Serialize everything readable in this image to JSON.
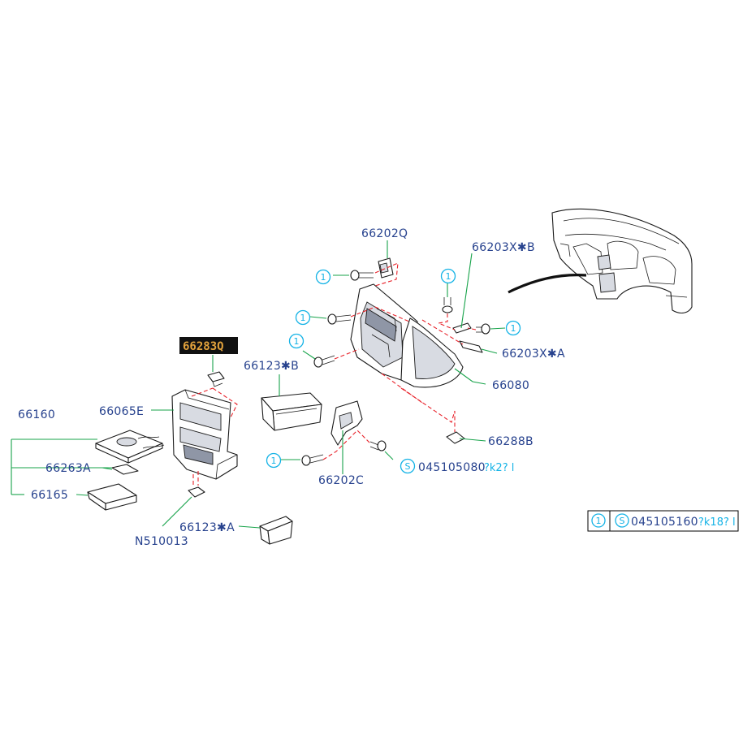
{
  "diagram": {
    "highlight_label": "66283Q",
    "callout_symbol": "1",
    "screw_symbol": "S",
    "parts": {
      "p66202Q": "66202Q",
      "p66203XB": "66203X✱B",
      "p66203XA": "66203X✱A",
      "p66080": "66080",
      "p66288B": "66288B",
      "p66123B": "66123✱B",
      "p66065E": "66065E",
      "p66160": "66160",
      "p66263A": "66263A",
      "p66165": "66165",
      "p66202C": "66202C",
      "pN510013": "N510013",
      "p66123A": "66123✱A"
    },
    "screw_note_1": "045105080",
    "screw_note_1_suffix": "?k2? l",
    "legend": {
      "code": "045105160",
      "suffix": "?k18? l"
    }
  },
  "colors": {
    "part_label": "#27428e",
    "callout": "#15b3e6",
    "leader": "#17a34a",
    "assembly_dash": "#e8222a",
    "highlight_bg": "#111111",
    "highlight_text": "#e2a23c"
  }
}
